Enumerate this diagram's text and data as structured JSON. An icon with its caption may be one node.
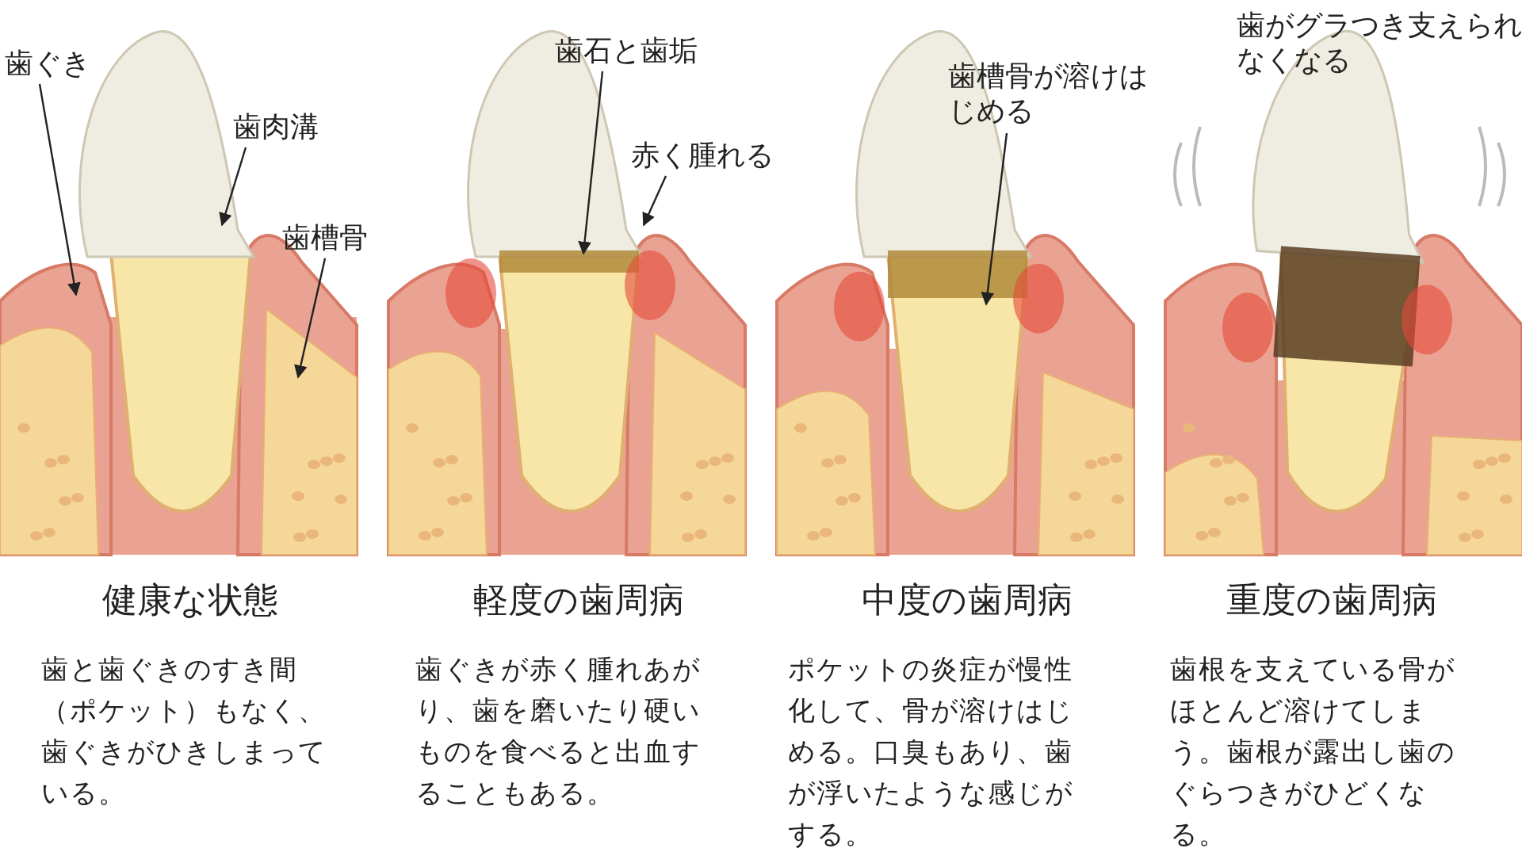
{
  "diagram": {
    "nodes": [
      {
        "text": [
          "歯ぐき"
        ]
      },
      {
        "text": [
          "歯肉溝"
        ]
      },
      {
        "text": [
          "歯槽骨"
        ]
      },
      {
        "text": [
          "歯石と歯垢"
        ]
      },
      {
        "text": [
          "赤く腫れる"
        ]
      },
      {
        "text": [
          "歯槽骨が溶けはじめる"
        ]
      }
    ],
    "edges": [
      {
        "from": 0,
        "to": null,
        "arrow": "to"
      },
      {
        "from": 1,
        "to": null,
        "arrow": "to"
      },
      {
        "from": 2,
        "to": null,
        "arrow": "to"
      },
      {
        "from": 3,
        "to": null,
        "arrow": "to"
      },
      {
        "from": 4,
        "to": null,
        "arrow": "to"
      },
      {
        "from": 5,
        "to": null,
        "arrow": "to"
      }
    ],
    "labels": [
      "歯がグラつき支えられなくなる",
      "健康な状態",
      "軽度の歯周病",
      "中度の歯周病",
      "重度の歯周病",
      "歯と歯ぐきのすき間（ポケット）もなく、歯ぐきがひきしまっている。",
      "歯ぐきが赤く腫れあがり、歯を磨いたり硬いものを食べると出血することもある。",
      "ポケットの炎症が慢性化して、骨が溶けはじめる。口臭もあり、歯が浮いたような感じがする。",
      "歯根を支えている骨がほとんど溶けてしまう。歯根が露出し歯のぐらつきがひどくなる。"
    ]
  }
}
